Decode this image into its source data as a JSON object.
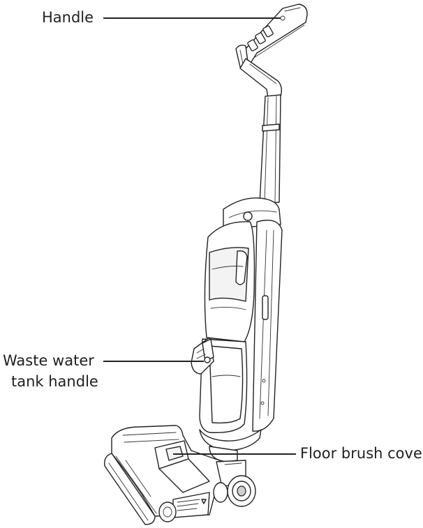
{
  "labels": {
    "handle": "Handle",
    "waste_water_line1": "Waste water",
    "waste_water_line2": "tank handle",
    "floor_brush_cover": "Floor brush cover"
  }
}
